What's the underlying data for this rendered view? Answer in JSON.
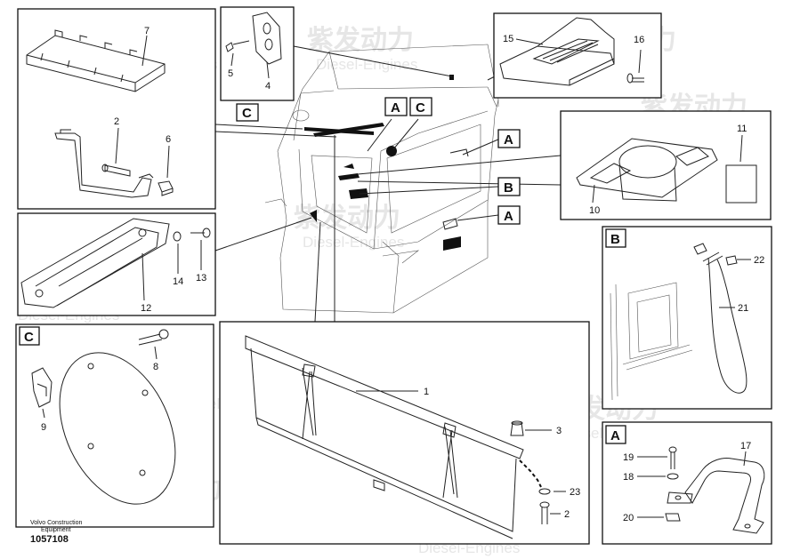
{
  "diagram": {
    "watermark": {
      "chinese": "紫发动力",
      "english": "Diesel-Engines"
    },
    "footer": {
      "brand_line1": "Volvo Construction",
      "brand_line2": "Equipment",
      "drawing_number": "1057108"
    },
    "callouts": {
      "p1": "1",
      "p2a": "2",
      "p2b": "2",
      "p3": "3",
      "p4": "4",
      "p5": "5",
      "p6": "6",
      "p7": "7",
      "p8": "8",
      "p9": "9",
      "p10": "10",
      "p11": "11",
      "p12": "12",
      "p13": "13",
      "p14": "14",
      "p15": "15",
      "p16": "16",
      "p17": "17",
      "p18": "18",
      "p19": "19",
      "p20": "20",
      "p21": "21",
      "p22": "22",
      "p23": "23"
    },
    "view_labels": {
      "a1": "A",
      "a2": "A",
      "a3": "A",
      "a_detail": "A",
      "b1": "B",
      "b_detail": "B",
      "c1": "C",
      "c2": "C",
      "c_detail": "C"
    }
  }
}
